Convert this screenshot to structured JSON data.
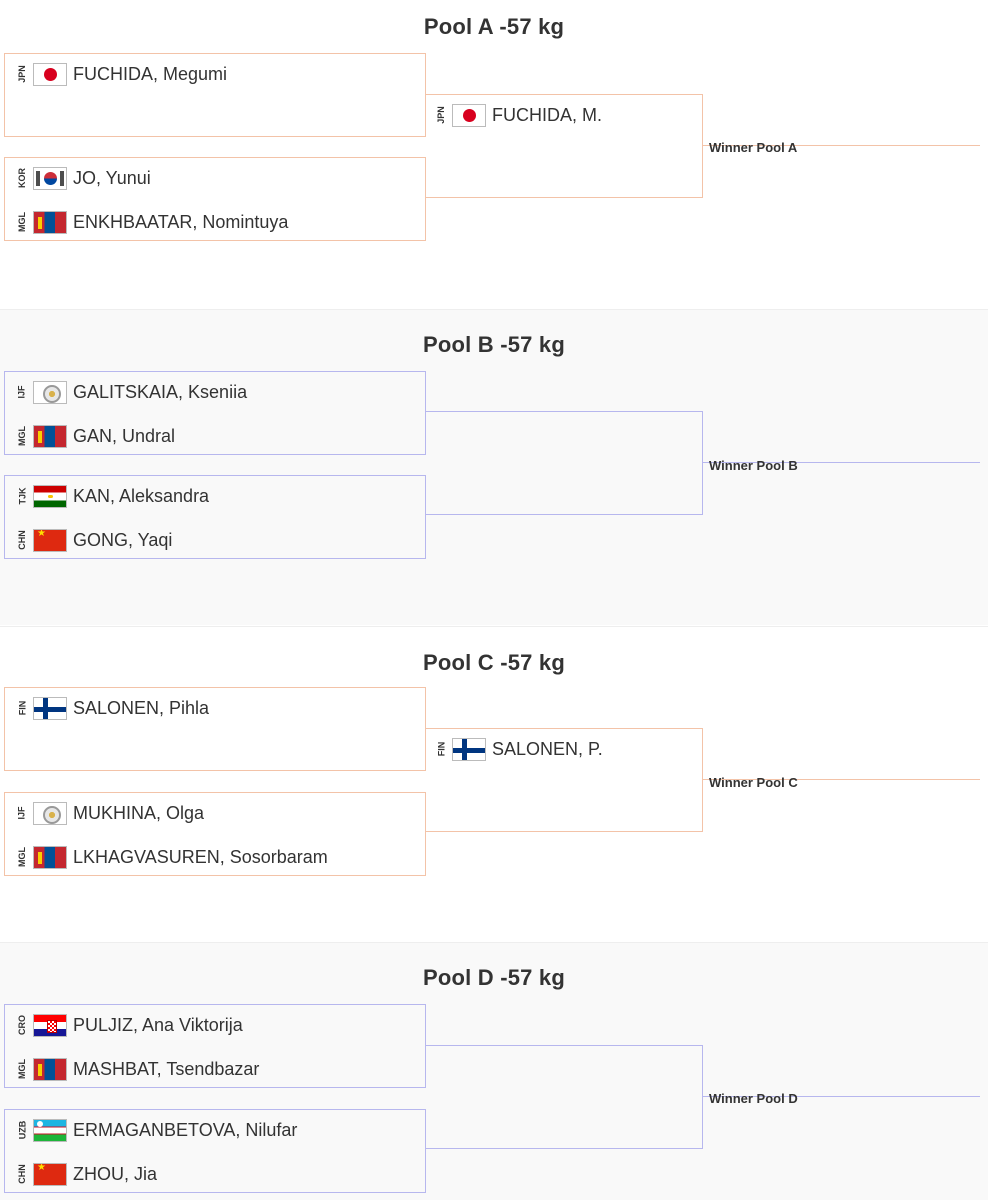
{
  "winner_label_prefix": "Winner Pool",
  "pools": [
    {
      "title": "Pool A -57 kg",
      "winner_label": "Winner Pool A",
      "matches": [
        {
          "a": {
            "code": "JPN",
            "flag": "jpn",
            "name": "FUCHIDA, Megumi"
          },
          "b": null
        },
        {
          "a": {
            "code": "KOR",
            "flag": "kor",
            "name": "JO, Yunui"
          },
          "b": {
            "code": "MGL",
            "flag": "mgl",
            "name": "ENKHBAATAR, Nomintuya"
          }
        }
      ],
      "final": {
        "code": "JPN",
        "flag": "jpn",
        "name": "FUCHIDA, M."
      }
    },
    {
      "title": "Pool B -57 kg",
      "winner_label": "Winner Pool B",
      "matches": [
        {
          "a": {
            "code": "IJF",
            "flag": "ijf",
            "name": "GALITSKAIA, Kseniia"
          },
          "b": {
            "code": "MGL",
            "flag": "mgl",
            "name": "GAN, Undral"
          }
        },
        {
          "a": {
            "code": "TJK",
            "flag": "tjk",
            "name": "KAN, Aleksandra"
          },
          "b": {
            "code": "CHN",
            "flag": "chn",
            "name": "GONG, Yaqi"
          }
        }
      ],
      "final": null
    },
    {
      "title": "Pool C -57 kg",
      "winner_label": "Winner Pool C",
      "matches": [
        {
          "a": {
            "code": "FIN",
            "flag": "fin",
            "name": "SALONEN, Pihla"
          },
          "b": null
        },
        {
          "a": {
            "code": "IJF",
            "flag": "ijf",
            "name": "MUKHINA, Olga"
          },
          "b": {
            "code": "MGL",
            "flag": "mgl",
            "name": "LKHAGVASUREN, Sosorbaram"
          }
        }
      ],
      "final": {
        "code": "FIN",
        "flag": "fin",
        "name": "SALONEN, P."
      }
    },
    {
      "title": "Pool D -57 kg",
      "winner_label": "Winner Pool D",
      "matches": [
        {
          "a": {
            "code": "CRO",
            "flag": "cro",
            "name": "PULJIZ, Ana Viktorija"
          },
          "b": {
            "code": "MGL",
            "flag": "mgl",
            "name": "MASHBAT, Tsendbazar"
          }
        },
        {
          "a": {
            "code": "UZB",
            "flag": "uzb",
            "name": "ERMAGANBETOVA, Nilufar"
          },
          "b": {
            "code": "CHN",
            "flag": "chn",
            "name": "ZHOU, Jia"
          }
        }
      ],
      "final": null
    }
  ],
  "colors": {
    "pool_a_c_lines": "#f3c3a8",
    "pool_b_d_lines": "#b7b7ee",
    "alt_background": "#f9f9f9"
  }
}
